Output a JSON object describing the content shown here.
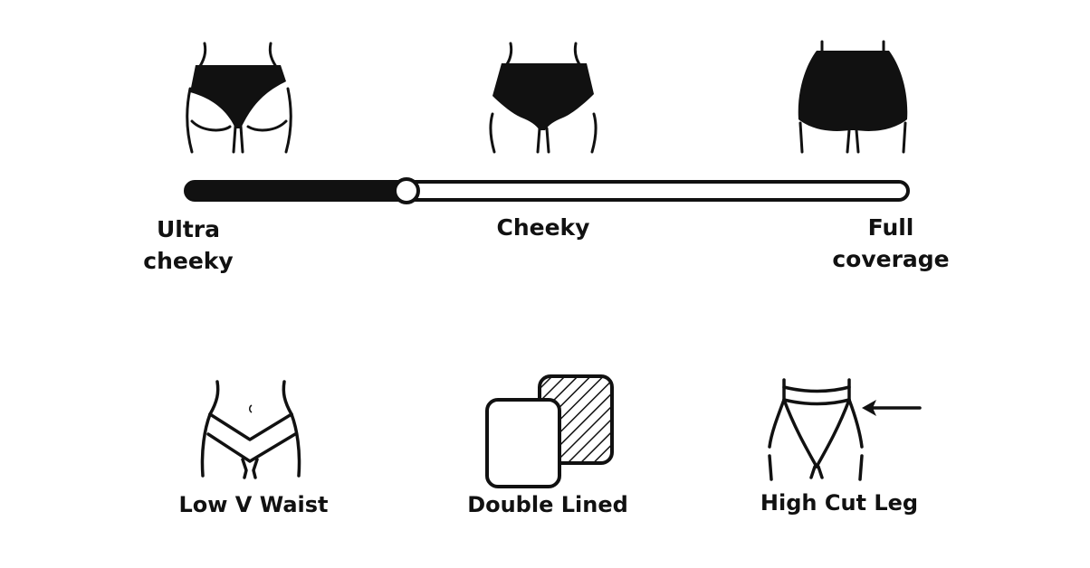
{
  "coverage_scale": {
    "value": 0.3,
    "labels": {
      "ultra_cheeky_line1": "Ultra",
      "ultra_cheeky_line2": "cheeky",
      "cheeky": "Cheeky",
      "full_coverage_line1": "Full",
      "full_coverage_line2": "coverage"
    }
  },
  "features": {
    "low_v_waist": "Low V Waist",
    "double_lined": "Double Lined",
    "high_cut_leg": "High Cut Leg"
  },
  "colors": {
    "ink": "#111111",
    "background": "#ffffff"
  }
}
